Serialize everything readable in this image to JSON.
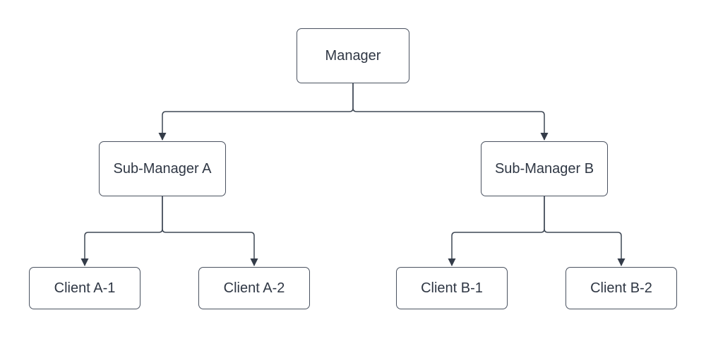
{
  "diagram": {
    "type": "org-chart-tree",
    "title": "Manager hierarchy diagram",
    "nodes": {
      "manager": {
        "id": "manager",
        "label": "Manager"
      },
      "sub_a": {
        "id": "sub_a",
        "label": "Sub-Manager A"
      },
      "sub_b": {
        "id": "sub_b",
        "label": "Sub-Manager B"
      },
      "client_a1": {
        "id": "client_a1",
        "label": "Client A-1"
      },
      "client_a2": {
        "id": "client_a2",
        "label": "Client A-2"
      },
      "client_b1": {
        "id": "client_b1",
        "label": "Client B-1"
      },
      "client_b2": {
        "id": "client_b2",
        "label": "Client B-2"
      }
    },
    "edges": [
      {
        "from": "manager",
        "to": "sub_a",
        "arrow": "filled-triangle"
      },
      {
        "from": "manager",
        "to": "sub_b",
        "arrow": "filled-triangle"
      },
      {
        "from": "sub_a",
        "to": "client_a1",
        "arrow": "filled-triangle"
      },
      {
        "from": "sub_a",
        "to": "client_a2",
        "arrow": "filled-triangle"
      },
      {
        "from": "sub_b",
        "to": "client_b1",
        "arrow": "filled-triangle"
      },
      {
        "from": "sub_b",
        "to": "client_b2",
        "arrow": "filled-triangle"
      }
    ],
    "colors": {
      "background": "#ffffff",
      "node_fill": "#ffffff",
      "node_border": "#4a5260",
      "text": "#2f3744",
      "connector": "#3f4855",
      "arrowhead": "#343c49"
    }
  }
}
